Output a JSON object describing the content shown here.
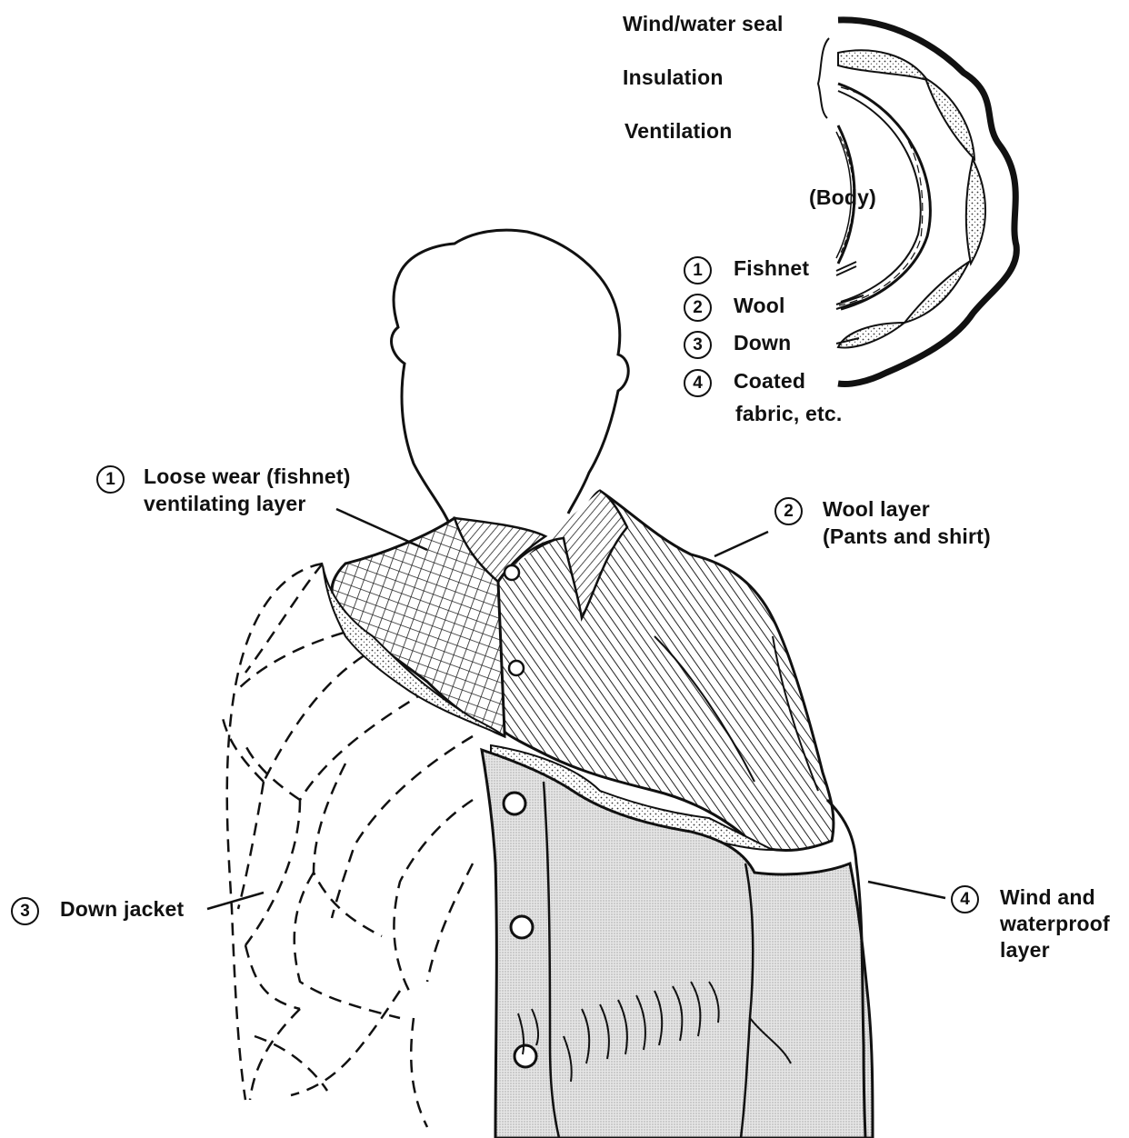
{
  "section_labels": {
    "seal": "Wind/water seal",
    "insulation": "Insulation",
    "ventilation": "Ventilation",
    "body": "(Body)"
  },
  "cross_section_legend": [
    {
      "num": "1",
      "line1": "Fishnet"
    },
    {
      "num": "2",
      "line1": "Wool"
    },
    {
      "num": "3",
      "line1": "Down"
    },
    {
      "num": "4",
      "line1": "Coated",
      "line2": "fabric, etc."
    }
  ],
  "figure_callouts": {
    "fishnet": {
      "num": "1",
      "line1": "Loose wear (fishnet)",
      "line2": "ventilating layer"
    },
    "wool": {
      "num": "2",
      "line1": "Wool layer",
      "line2": "(Pants and shirt)"
    },
    "down": {
      "num": "3",
      "line1": "Down jacket"
    },
    "shell": {
      "num": "4",
      "line1": "Wind and",
      "line2": "waterproof",
      "line3": "layer"
    }
  },
  "colors": {
    "ink": "#111111",
    "paper": "#ffffff",
    "stipple": "#c8c8c8"
  }
}
